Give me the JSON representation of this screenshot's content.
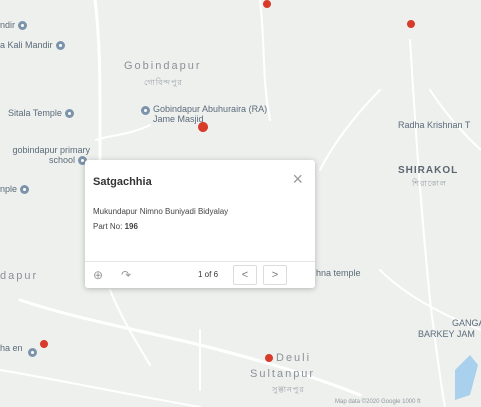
{
  "map": {
    "areas": [
      {
        "name": "Gobindapur",
        "bengali": "গোবিন্দপুর"
      },
      {
        "name": "SHIRAKOL",
        "bengali": "শিরাকোল"
      },
      {
        "name": "Deuli",
        "bengali": ""
      },
      {
        "name": "Sultanpur",
        "bengali": "সুল্তানপুর"
      },
      {
        "name": "dapur",
        "bengali": ""
      },
      {
        "name": "GANGA",
        "bengali": ""
      },
      {
        "name": "BARKEY JAM",
        "bengali": ""
      }
    ],
    "pois": [
      {
        "label": "ndir"
      },
      {
        "label": "a Kali Mandir"
      },
      {
        "label": "Sitala Temple"
      },
      {
        "label": "Gobindapur Abuhuraira (RA) Jame Masjid"
      },
      {
        "label": "gobindapur primary school"
      },
      {
        "label": "nple"
      },
      {
        "label": "Radha Krishnan T"
      },
      {
        "label": "hna temple"
      },
      {
        "label": "ha en"
      }
    ],
    "footer_attribution": "Map data ©2020 Google  1000 ft"
  },
  "popup": {
    "title": "Satgachhia",
    "school": "Mukundapur Nimno Buniyadi Bidyalay",
    "part_label": "Part No: ",
    "part_value": "196",
    "pager": "1 of 6",
    "prev": "<",
    "next": ">",
    "close": "×",
    "zoom_icon": "⊕",
    "share_icon": "↷"
  },
  "colors": {
    "marker": "#d93b2b",
    "popup_bg": "#ffffff"
  }
}
